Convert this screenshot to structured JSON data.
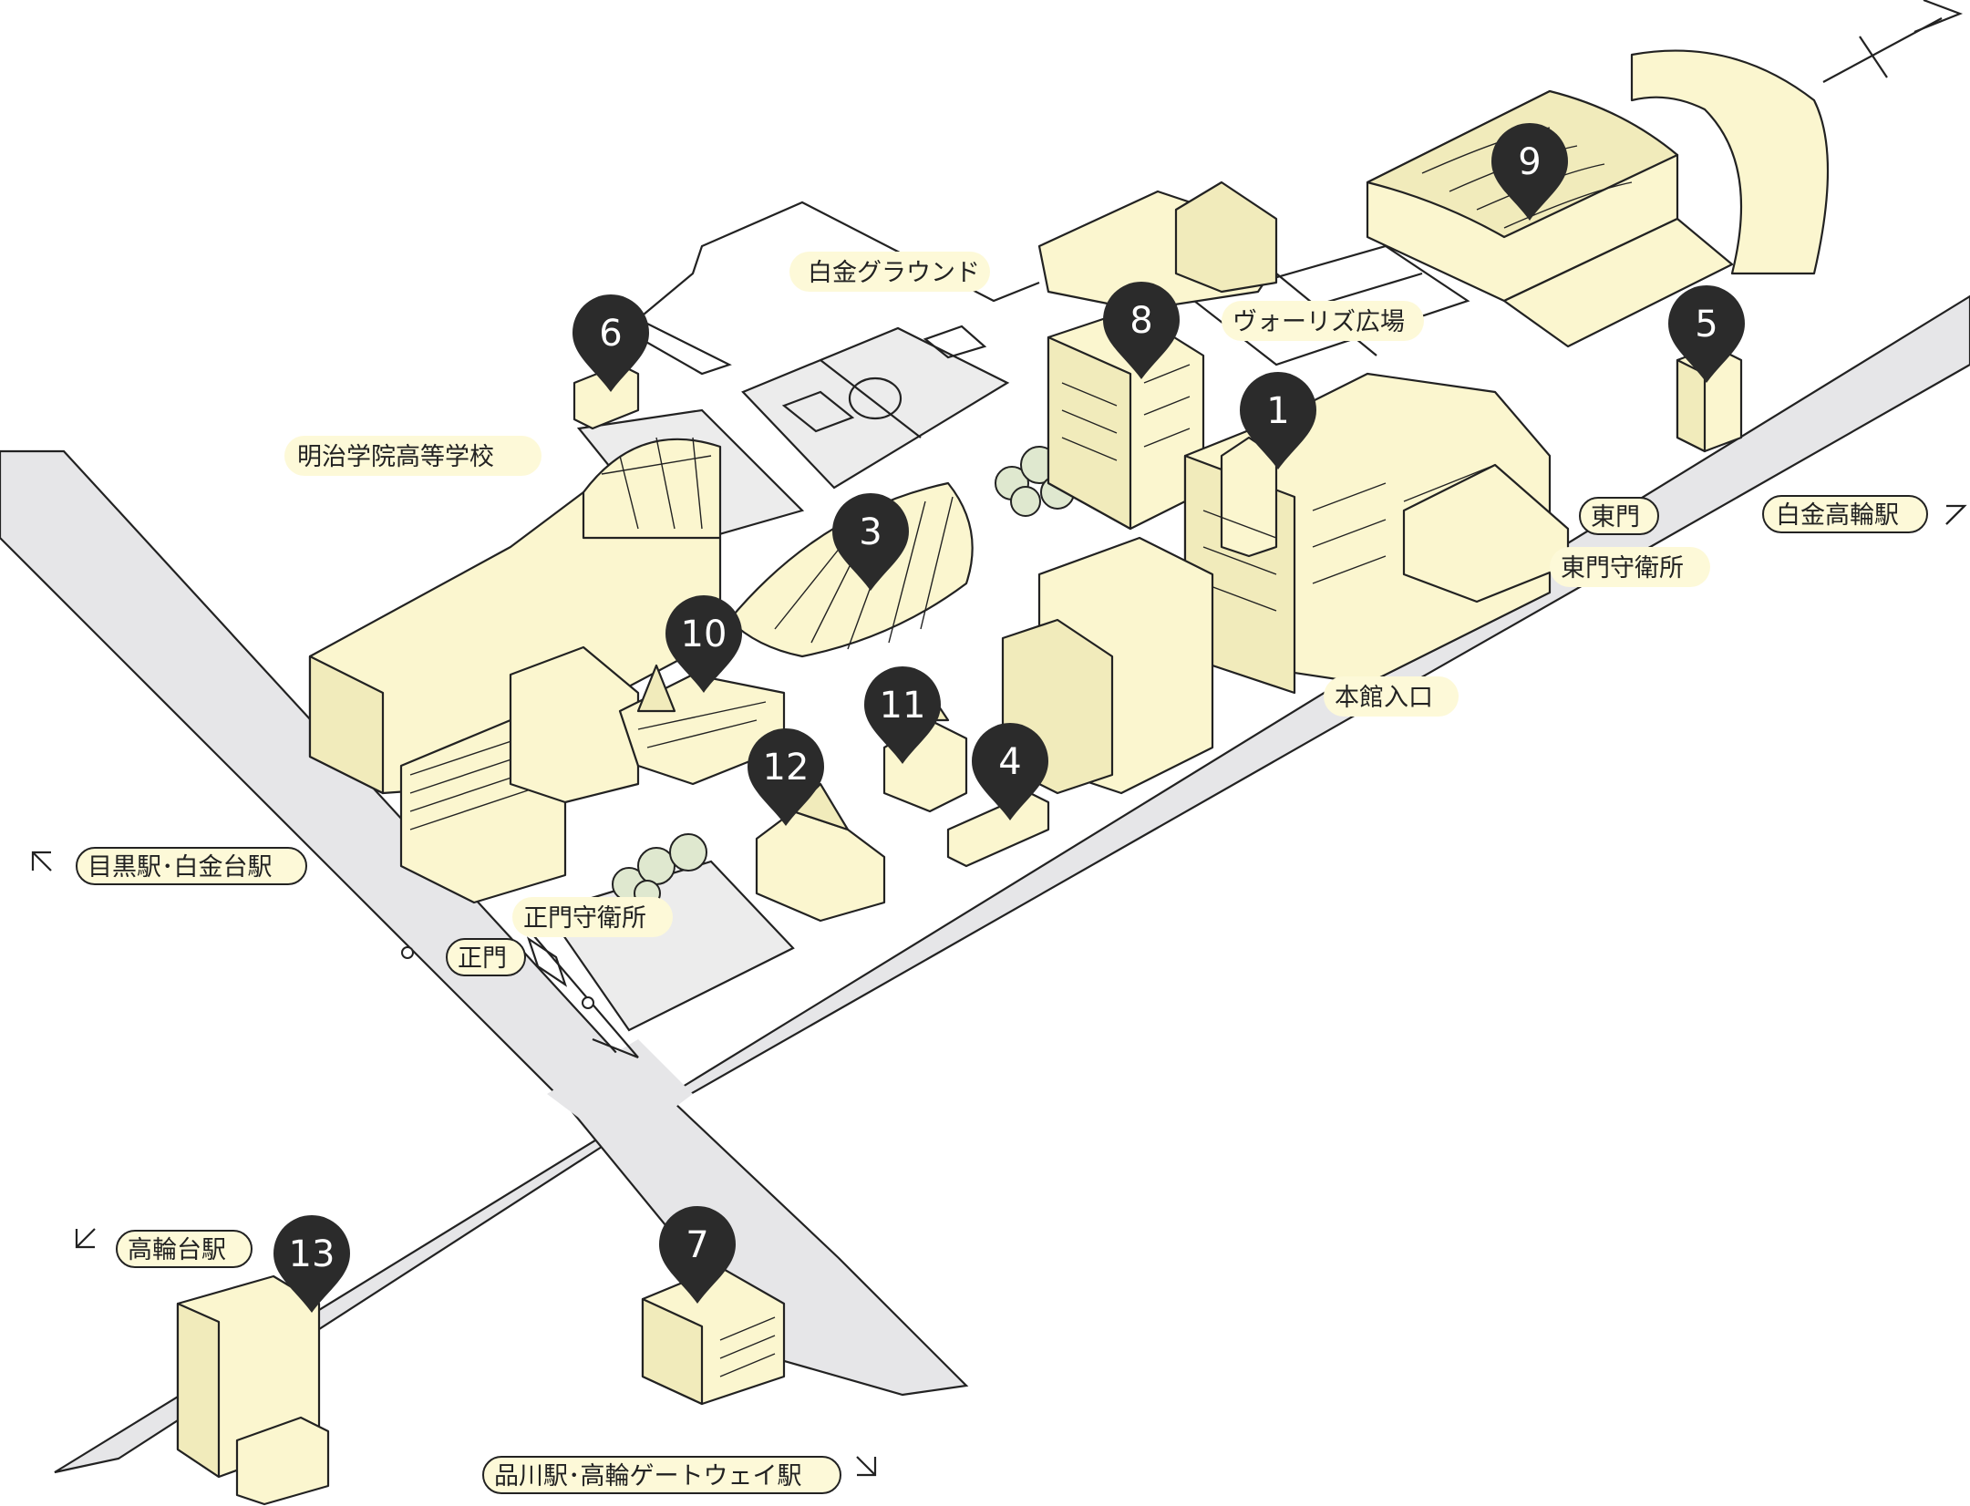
{
  "labels": {
    "shirokane_ground": "白金グラウンド",
    "vories_plaza": "ヴォーリズ広場",
    "meiji_high_school": "明治学院高等学校",
    "east_gate": "東門",
    "east_gate_guard": "東門守衛所",
    "main_entrance": "本館入口",
    "main_gate_guard": "正門守衛所",
    "main_gate": "正門"
  },
  "stations": {
    "shirokane_takanawa": "白金高輪駅",
    "meguro_shirokanedai": "目黒駅･白金台駅",
    "takanawadai": "高輪台駅",
    "shinagawa_gateway": "品川駅･高輪ゲートウェイ駅"
  },
  "pins": [
    {
      "id": "pin-1",
      "number": "1"
    },
    {
      "id": "pin-3",
      "number": "3"
    },
    {
      "id": "pin-4",
      "number": "4"
    },
    {
      "id": "pin-5",
      "number": "5"
    },
    {
      "id": "pin-6",
      "number": "6"
    },
    {
      "id": "pin-7",
      "number": "7"
    },
    {
      "id": "pin-8",
      "number": "8"
    },
    {
      "id": "pin-9",
      "number": "9"
    },
    {
      "id": "pin-10",
      "number": "10"
    },
    {
      "id": "pin-11",
      "number": "11"
    },
    {
      "id": "pin-12",
      "number": "12"
    },
    {
      "id": "pin-13",
      "number": "13"
    }
  ],
  "colors": {
    "building_fill": "#fbf6cf",
    "road_fill": "#e6e6e8",
    "pin_fill": "#2b2b2b",
    "label_fill": "#fdf9d8",
    "tree_fill": "#dfe8cf"
  },
  "icons": [
    "compass-icon",
    "arrow-northeast-icon",
    "arrow-northwest-icon",
    "arrow-southwest-icon",
    "arrow-southeast-icon",
    "map-pin-icon"
  ]
}
